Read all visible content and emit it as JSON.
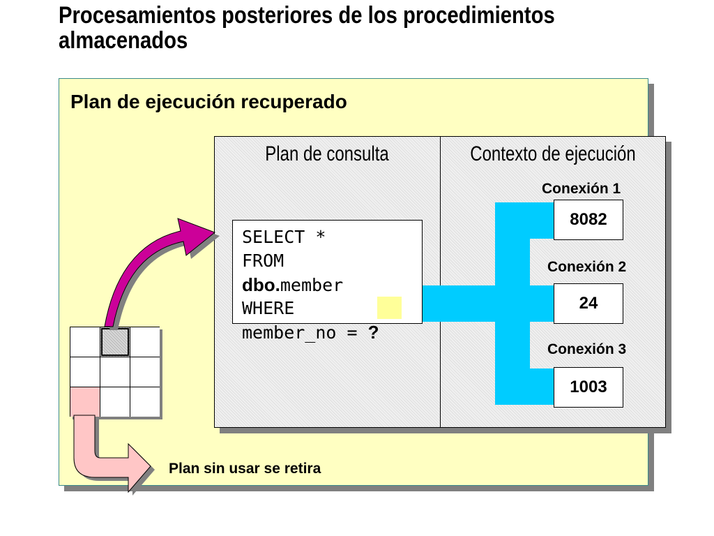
{
  "title": "Procesamientos posteriores de los procedimientos almacenados",
  "panel": {
    "heading": "Plan de ejecución recuperado"
  },
  "plan_consulta": {
    "heading": "Plan de consulta",
    "query": {
      "line1": "SELECT *",
      "line2": "FROM",
      "line3_schema": "dbo.",
      "line3_table": "member",
      "line4": "WHERE",
      "line5_text": "member_no = ",
      "line5_param": "?"
    }
  },
  "contexto_ejecucion": {
    "heading": "Contexto de ejecución",
    "connections": [
      {
        "label": "Conexión 1",
        "value": "8082"
      },
      {
        "label": "Conexión 2",
        "value": "24"
      },
      {
        "label": "Conexión 3",
        "value": "1003"
      }
    ]
  },
  "retire_label": "Plan sin usar se retira",
  "colors": {
    "panel_background": "#ffffc2",
    "connector": "#00ccff",
    "retrieve_arrow": "#cc0099",
    "retire_arrow": "#ffc6c6",
    "parameter_highlight": "#ffff99"
  }
}
